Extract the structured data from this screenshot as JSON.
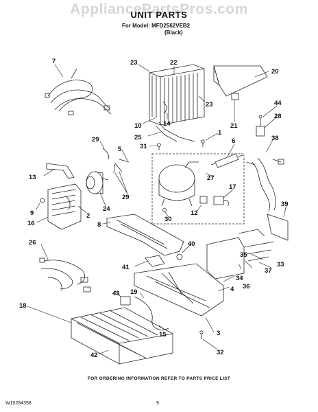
{
  "watermark": "AppliancePartsPros.com",
  "title": "UNIT PARTS",
  "model_line": "For Model: MFD2562VEB2",
  "color_line": "(Black)",
  "footer": "FOR ORDERING INFORMATION REFER TO PARTS PRICE LIST",
  "doc_number": "W10284358",
  "page_number": "9",
  "callouts": {
    "c1": "1",
    "c2": "2",
    "c3": "3",
    "c4": "4",
    "c5": "5",
    "c6": "6",
    "c7": "7",
    "c8": "8",
    "c9": "9",
    "c10": "10",
    "c12": "12",
    "c13": "13",
    "c14": "14",
    "c15": "15",
    "c16": "16",
    "c17": "17",
    "c18": "18",
    "c19": "19",
    "c20": "20",
    "c21": "21",
    "c22": "22",
    "c23a": "23",
    "c23b": "23",
    "c24": "24",
    "c25": "25",
    "c26": "26",
    "c27": "27",
    "c28": "28",
    "c29a": "29",
    "c29b": "29",
    "c30": "30",
    "c31": "31",
    "c32": "32",
    "c33": "33",
    "c34": "34",
    "c35": "35",
    "c36": "36",
    "c37": "37",
    "c38": "38",
    "c39": "39",
    "c40": "40",
    "c41": "41",
    "c42": "42",
    "c43": "43",
    "c44": "44"
  }
}
